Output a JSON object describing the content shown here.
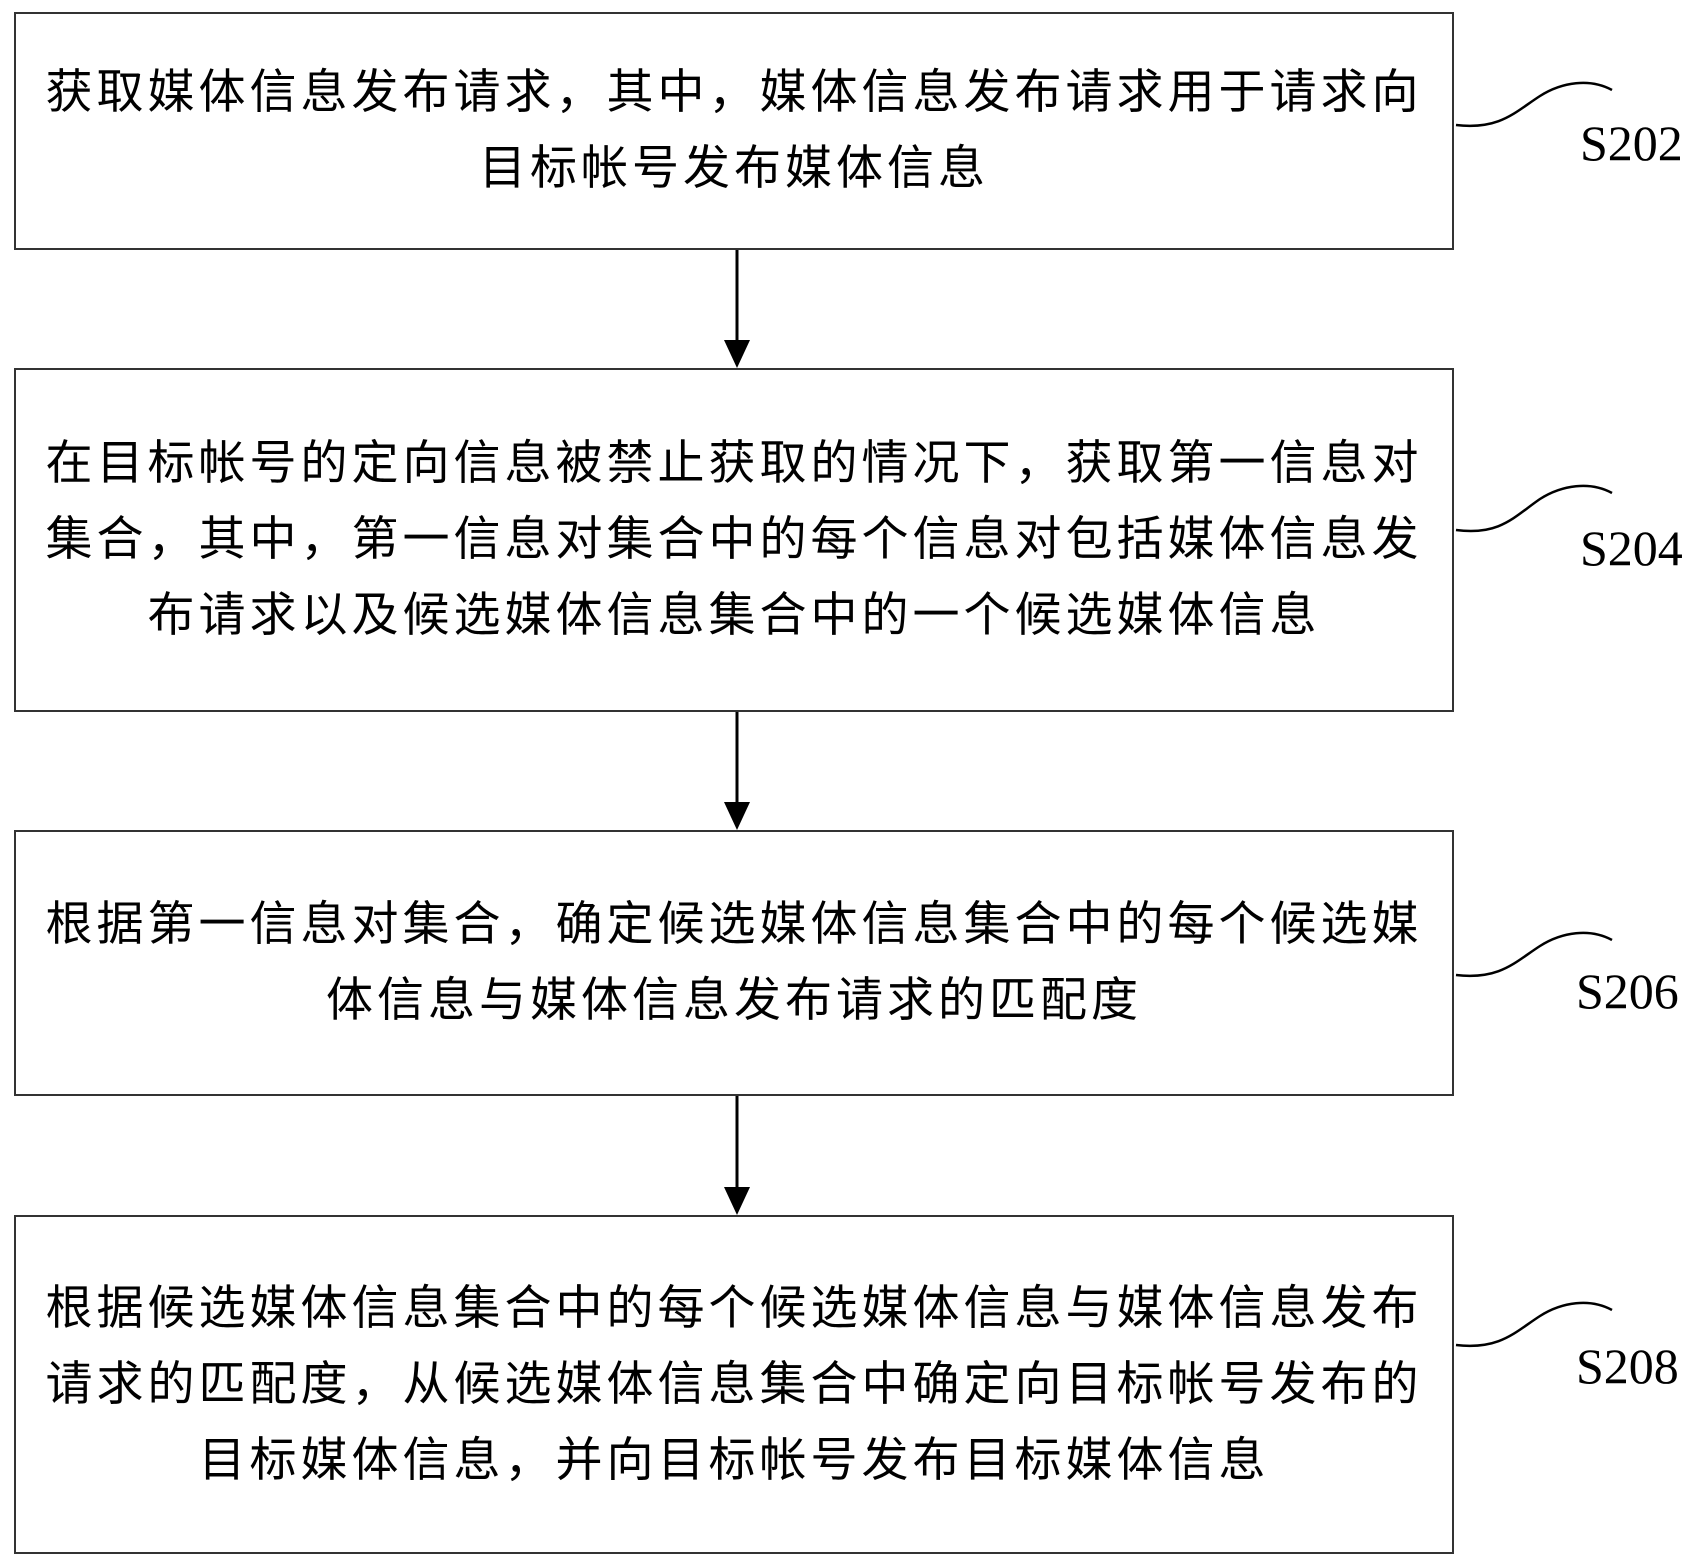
{
  "steps": [
    {
      "id": "S202",
      "label": "S202",
      "text": "获取媒体信息发布请求，其中，媒体信息发布请求用于请求向目标帐号发布媒体信息"
    },
    {
      "id": "S204",
      "label": "S204",
      "text": "在目标帐号的定向信息被禁止获取的情况下，获取第一信息对集合，其中，第一信息对集合中的每个信息对包括媒体信息发布请求以及候选媒体信息集合中的一个候选媒体信息"
    },
    {
      "id": "S206",
      "label": "S206",
      "text": "根据第一信息对集合，确定候选媒体信息集合中的每个候选媒体信息与媒体信息发布请求的匹配度"
    },
    {
      "id": "S208",
      "label": "S208",
      "text": "根据候选媒体信息集合中的每个候选媒体信息与媒体信息发布请求的匹配度，从候选媒体信息集合中确定向目标帐号发布的目标媒体信息，并向目标帐号发布目标媒体信息"
    }
  ]
}
